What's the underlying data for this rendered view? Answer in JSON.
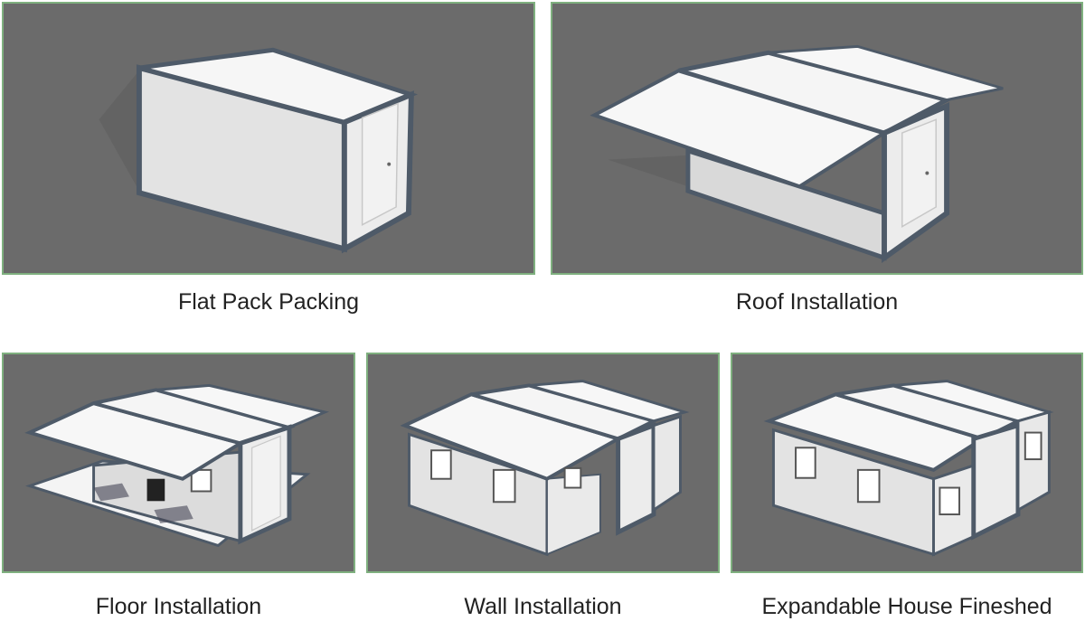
{
  "steps": [
    {
      "label": "Flat Pack Packing"
    },
    {
      "label": "Roof Installation"
    },
    {
      "label": "Floor Installation"
    },
    {
      "label": "Wall Installation"
    },
    {
      "label": "Expandable House Fineshed"
    }
  ],
  "colors": {
    "background": "#6b6b6b",
    "panel_border": "#7fb07f",
    "frame": "#4e5a68",
    "wall": "#e6e6e6",
    "roof": "#f7f7f7"
  }
}
